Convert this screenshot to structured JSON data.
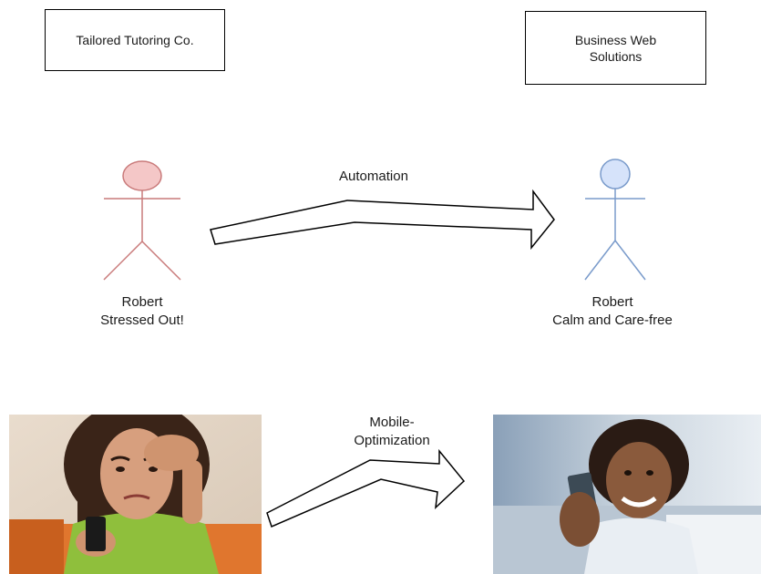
{
  "boxes": {
    "left_company": "Tailored Tutoring Co.",
    "right_company_line1": "Business Web",
    "right_company_line2": "Solutions"
  },
  "people": {
    "left": {
      "name": "Robert",
      "state": "Stressed Out!",
      "color": "#e89a9a"
    },
    "right": {
      "name": "Robert",
      "state": "Calm and Care-free",
      "color": "#8fa9d9"
    }
  },
  "arrows": {
    "top_label": "Automation",
    "bottom_label_line1": "Mobile-",
    "bottom_label_line2": "Optimization"
  },
  "colors": {
    "stick_red_fill": "#f4c7c7",
    "stick_red_stroke": "#c97a7a",
    "stick_blue_fill": "#d6e3fa",
    "stick_blue_stroke": "#7a9bcb"
  }
}
